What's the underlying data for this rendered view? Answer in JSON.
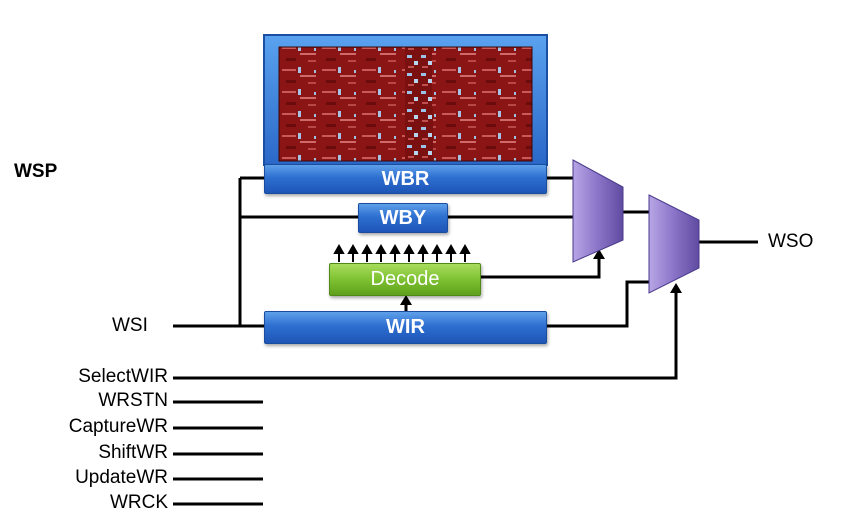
{
  "title": "WSP",
  "blocks": {
    "wbr": "WBR",
    "wby": "WBY",
    "decode": "Decode",
    "wir": "WIR"
  },
  "signals": {
    "wsi": "WSI",
    "wso": "WSO",
    "inputs": [
      "SelectWIR",
      "WRSTN",
      "CaptureWR",
      "ShiftWR",
      "UpdateWR",
      "WRCK"
    ]
  },
  "colors": {
    "block_blue": "#2d6fd0",
    "decode_green": "#7ec232",
    "mux_purple": "#8a74c8",
    "die_red": "#8b1414",
    "wire": "#000000"
  },
  "icons": [
    "chip-die-image",
    "mux-trapezoid",
    "arrow-up"
  ]
}
